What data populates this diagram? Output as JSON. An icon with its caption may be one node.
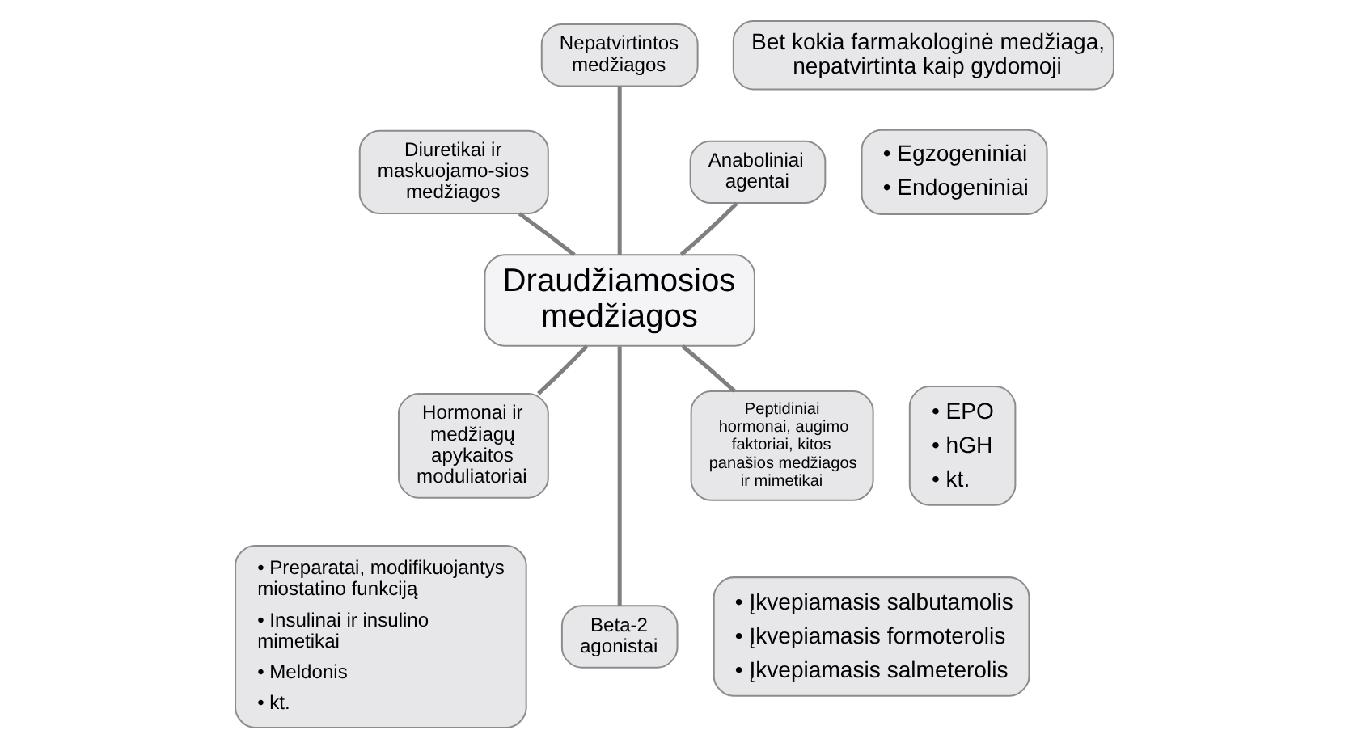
{
  "diagram": {
    "nodes": [
      {
        "text": [
          "Draudžiamosios medžiagos"
        ]
      },
      {
        "text": [
          "Nepatvirtintos medžiagos"
        ]
      },
      {
        "text": [
          "Bet kokia farmakologinė medžiaga, nepatvirtinta kaip gydomoji"
        ]
      },
      {
        "text": [
          "Diuretikai ir maskuojamo-sios medžiagos"
        ]
      },
      {
        "text": [
          "Anaboliniai agentai"
        ]
      },
      {
        "text": [
          "• Egzogeniniai",
          "• Endogeniniai"
        ]
      },
      {
        "text": [
          "Hormonai ir medžiagų apykaitos moduliatoriai"
        ]
      },
      {
        "text": [
          "Peptidiniai hormonai, augimo faktoriai, kitos panašios medžiagos ir mimetikai"
        ]
      },
      {
        "text": [
          "• EPO",
          "• hGH",
          "• kt."
        ]
      },
      {
        "text": [
          "• Preparatai, modifikuojantys miostatino funkciją",
          "• Insulinai ir insulino mimetikai",
          "• Meldonis",
          "• kt."
        ]
      },
      {
        "text": [
          "Beta-2 agonistai"
        ]
      },
      {
        "text": [
          "• Įkvepiamasis salbutamolis",
          "• Įkvepiamasis formoterolis",
          "• Įkvepiamasis salmeterolis"
        ]
      }
    ],
    "edges": [
      {
        "from": 0,
        "to": 1,
        "arrow": "none"
      },
      {
        "from": 0,
        "to": 3,
        "arrow": "none"
      },
      {
        "from": 0,
        "to": 4,
        "arrow": "none"
      },
      {
        "from": 0,
        "to": 6,
        "arrow": "none"
      },
      {
        "from": 0,
        "to": 7,
        "arrow": "none"
      },
      {
        "from": 0,
        "to": 10,
        "arrow": "none"
      }
    ]
  }
}
